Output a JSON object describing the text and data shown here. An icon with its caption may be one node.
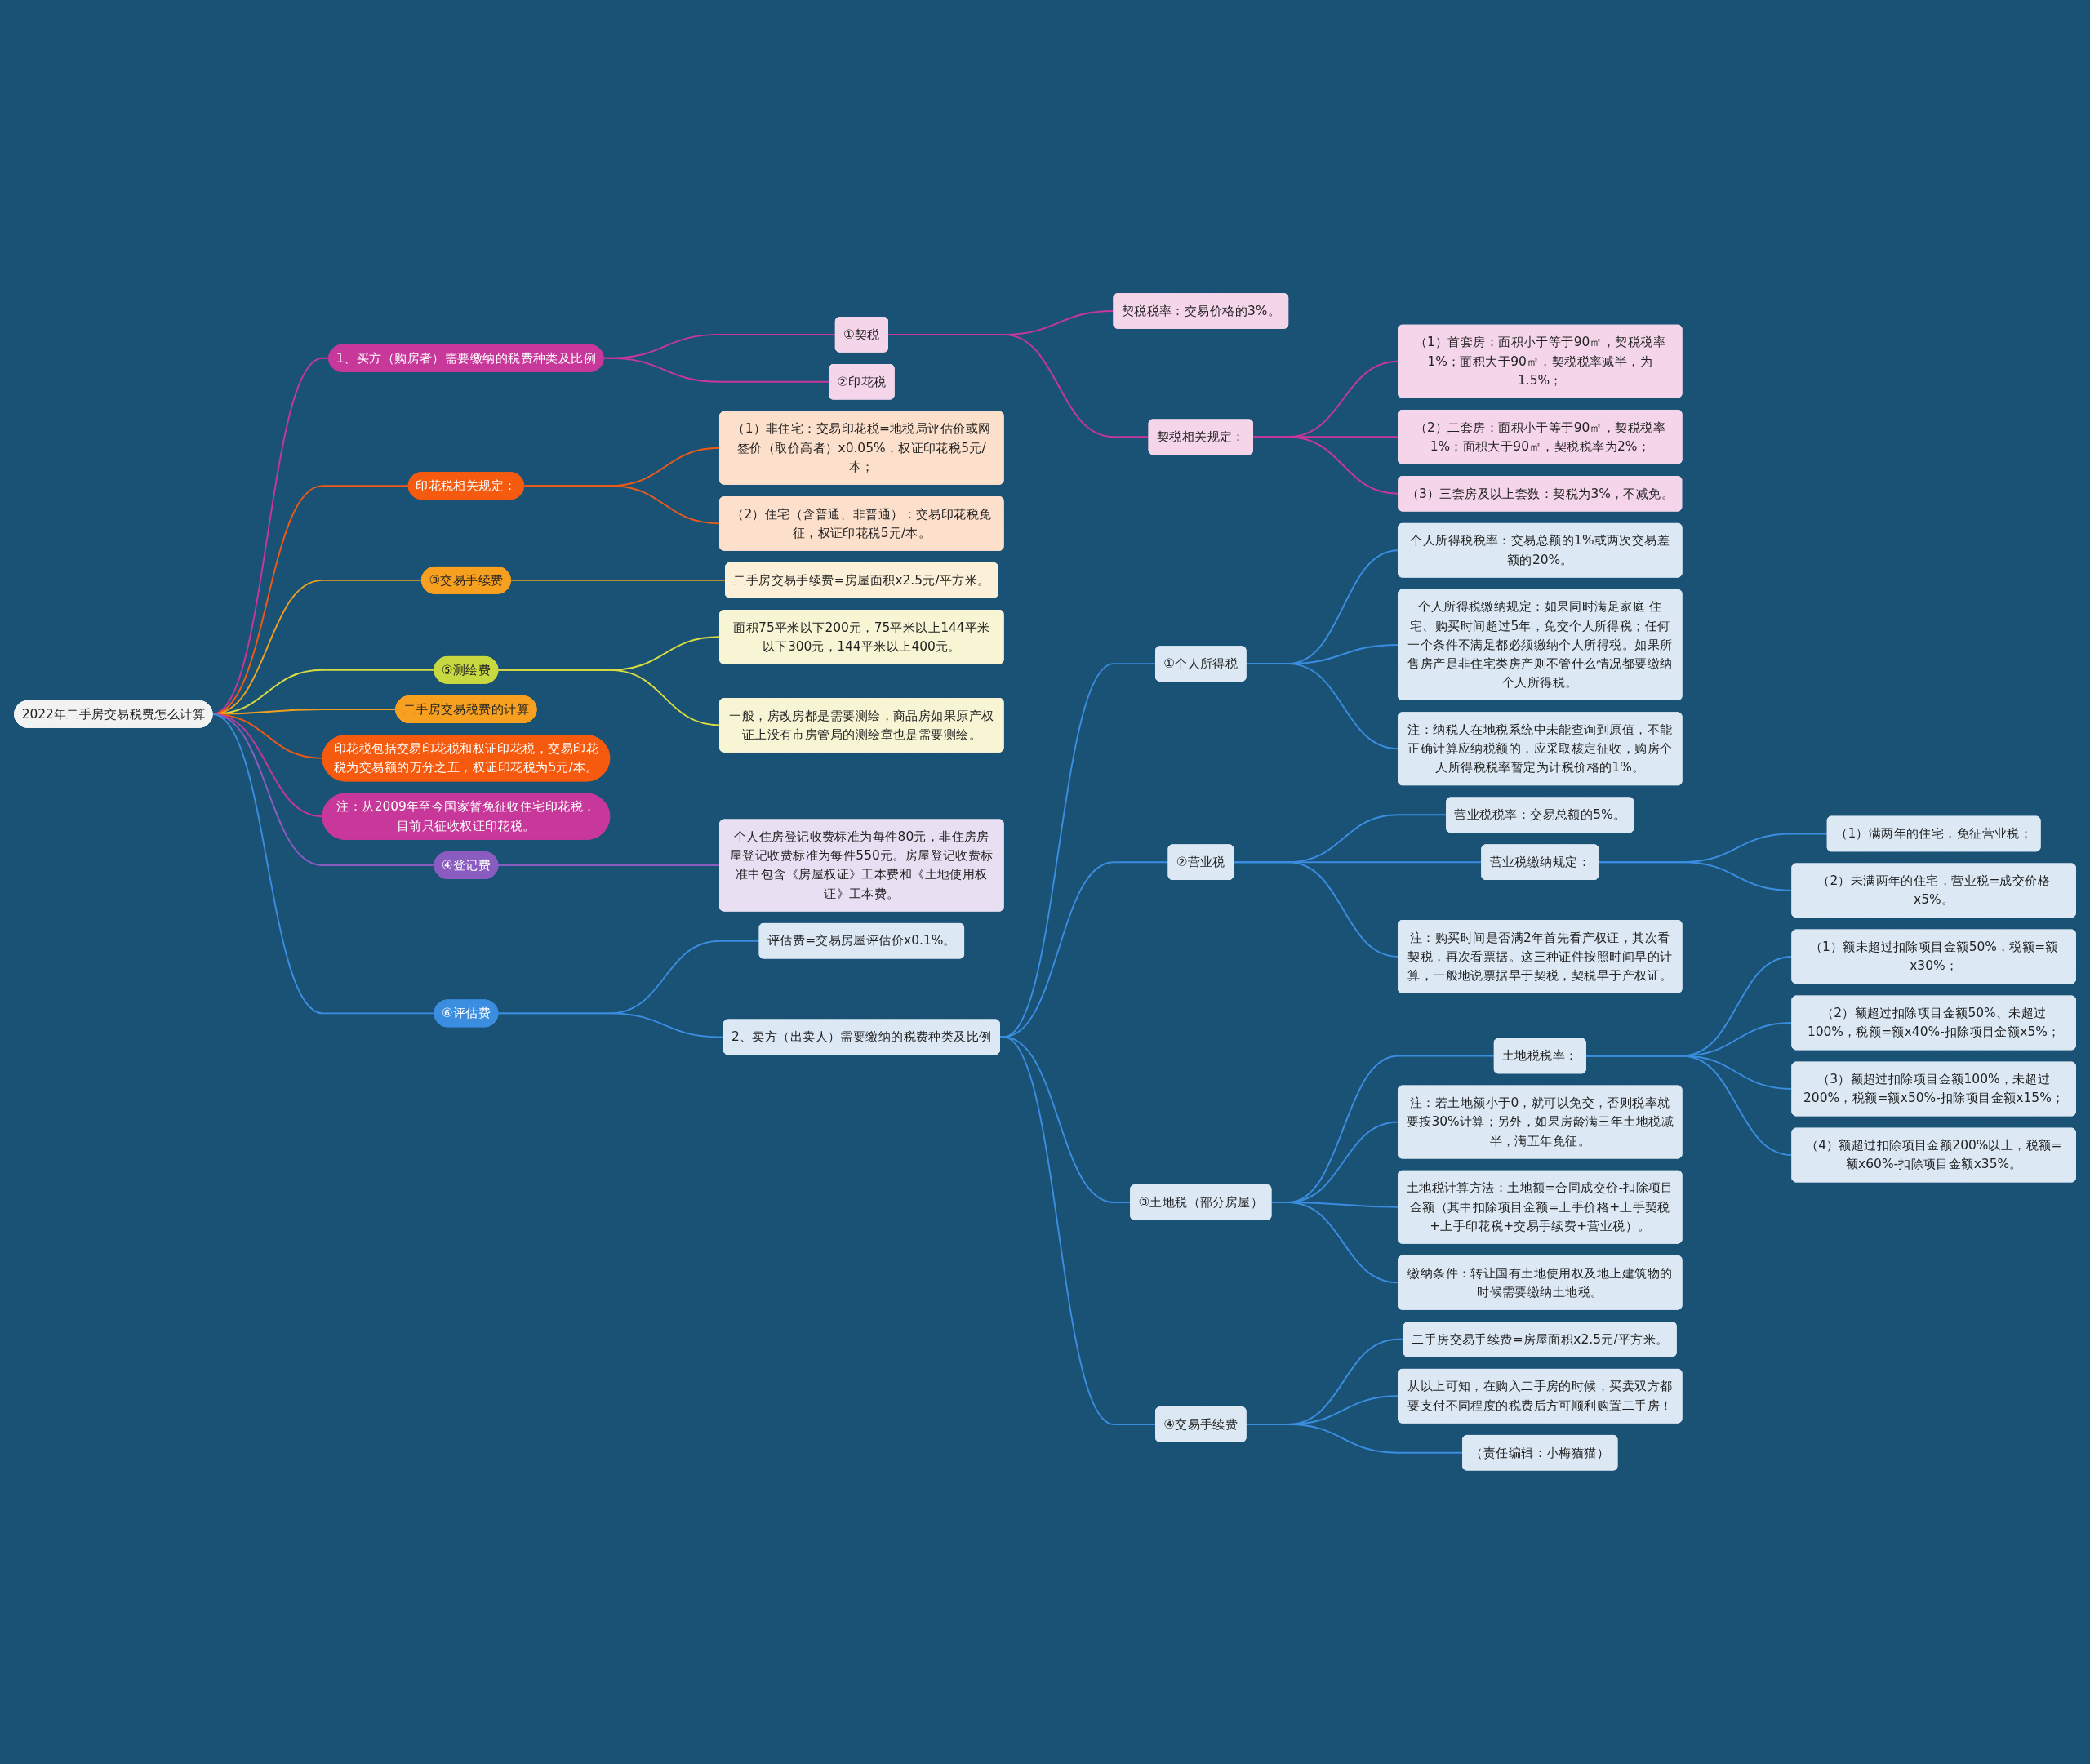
{
  "diagram": {
    "nodes": [
      {
        "text": [
          "2022年二手房交易税费怎么计算"
        ]
      },
      {
        "text": [
          "1、买方（购房者）需要缴纳的税费种类及比例"
        ]
      },
      {
        "text": [
          "①契税"
        ]
      },
      {
        "text": [
          "契税税率：交易价格的3%。"
        ]
      },
      {
        "text": [
          "契税相关规定："
        ]
      },
      {
        "text": [
          "（1）首套房：面积小于等于90㎡，契税税率1%；面积大于90㎡，契税税率减半，为1.5%；"
        ]
      },
      {
        "text": [
          "（2）二套房：面积小于等于90㎡，契税税率1%；面积大于90㎡，契税税率为2%；"
        ]
      },
      {
        "text": [
          "（3）三套房及以上套数：契税为3%，不减免。"
        ]
      },
      {
        "text": [
          "②印花税"
        ]
      },
      {
        "text": [
          "印花税相关规定："
        ]
      },
      {
        "text": [
          "（1）非住宅：交易印花税=地税局评估价或网签价（取价高者）x0.05%，权证印花税5元/本；"
        ]
      },
      {
        "text": [
          "（2）住宅（含普通、非普通）：交易印花税免征，权证印花税5元/本。"
        ]
      },
      {
        "text": [
          "③交易手续费"
        ]
      },
      {
        "text": [
          "二手房交易手续费=房屋面积x2.5元/平方米。"
        ]
      },
      {
        "text": [
          "⑤测绘费"
        ]
      },
      {
        "text": [
          "面积75平米以下200元，75平米以上144平米以下300元，144平米以上400元。"
        ]
      },
      {
        "text": [
          "一般，房改房都是需要测绘，商品房如果原产权证上没有市房管局的测绘章也是需要测绘。"
        ]
      },
      {
        "text": [
          "二手房交易税费的计算"
        ]
      },
      {
        "text": [
          "印花税包括交易印花税和权证印花税，交易印花税为交易额的万分之五，权证印花税为5元/本。"
        ]
      },
      {
        "text": [
          "注：从2009年至今国家暂免征收住宅印花税，目前只征收权证印花税。"
        ]
      },
      {
        "text": [
          "④登记费"
        ]
      },
      {
        "text": [
          "个人住房登记收费标准为每件80元，非住房房屋登记收费标准为每件550元。房屋登记收费标准中包含《房屋权证》工本费和《土地使用权证》工本费。"
        ]
      },
      {
        "text": [
          "⑥评估费"
        ]
      },
      {
        "text": [
          "评估费=交易房屋评估价x0.1%。"
        ]
      },
      {
        "text": [
          "2、卖方（出卖人）需要缴纳的税费种类及比例"
        ]
      },
      {
        "text": [
          "①个人所得税"
        ]
      },
      {
        "text": [
          "个人所得税税率：交易总额的1%或两次交易差额的20%。"
        ]
      },
      {
        "text": [
          "个人所得税缴纳规定：如果同时满足家庭 住宅、购买时间超过5年，免交个人所得税；任何一个条件不满足都必须缴纳个人所得税。如果所售房产是非住宅类房产则不管什么情况都要缴纳个人所得税。"
        ]
      },
      {
        "text": [
          "注：纳税人在地税系统中未能查询到原值，不能正确计算应纳税额的，应采取核定征收，购房个人所得税税率暂定为计税价格的1%。"
        ]
      },
      {
        "text": [
          "②营业税"
        ]
      },
      {
        "text": [
          "营业税税率：交易总额的5%。"
        ]
      },
      {
        "text": [
          "营业税缴纳规定："
        ]
      },
      {
        "text": [
          "（1）满两年的住宅，免征营业税；"
        ]
      },
      {
        "text": [
          "（2）未满两年的住宅，营业税=成交价格x5%。"
        ]
      },
      {
        "text": [
          "注：购买时间是否满2年首先看产权证，其次看契税，再次看票据。这三种证件按照时间早的计算，一般地说票据早于契税，契税早于产权证。"
        ]
      },
      {
        "text": [
          "③土地税（部分房屋）"
        ]
      },
      {
        "text": [
          "土地税税率："
        ]
      },
      {
        "text": [
          "（1）额未超过扣除项目金额50%，税额=额x30%；"
        ]
      },
      {
        "text": [
          "（2）额超过扣除项目金额50%、未超过100%，税额=额x40%-扣除项目金额x5%；"
        ]
      },
      {
        "text": [
          "（3）额超过扣除项目金额100%，未超过200%，税额=额x50%-扣除项目金额x15%；"
        ]
      },
      {
        "text": [
          "（4）额超过扣除项目金额200%以上，税额=额x60%-扣除项目金额x35%。"
        ]
      },
      {
        "text": [
          "注：若土地额小于0，就可以免交，否则税率就要按30%计算；另外，如果房龄满三年土地税减半，满五年免征。"
        ]
      },
      {
        "text": [
          "土地税计算方法：土地额=合同成交价-扣除项目金额（其中扣除项目金额=上手价格+上手契税+上手印花税+交易手续费+营业税）。"
        ]
      },
      {
        "text": [
          "缴纳条件：转让国有土地使用权及地上建筑物的时候需要缴纳土地税。"
        ]
      },
      {
        "text": [
          "④交易手续费"
        ]
      },
      {
        "text": [
          "二手房交易手续费=房屋面积x2.5元/平方米。"
        ]
      },
      {
        "text": [
          "从以上可知，在购入二手房的时候，买卖双方都要支付不同程度的税费后方可顺利购置二手房！"
        ]
      },
      {
        "text": [
          "（责任编辑：小梅猫猫）"
        ]
      }
    ],
    "edges": [
      {
        "from": 0,
        "to": 1,
        "arrow": "none",
        "color": "#c8379a"
      },
      {
        "from": 1,
        "to": 2,
        "arrow": "none",
        "color": "#c8379a"
      },
      {
        "from": 1,
        "to": 8,
        "arrow": "none",
        "color": "#c8379a"
      },
      {
        "from": 2,
        "to": 3,
        "arrow": "none",
        "color": "#c8379a"
      },
      {
        "from": 2,
        "to": 4,
        "arrow": "none",
        "color": "#c8379a"
      },
      {
        "from": 4,
        "to": 5,
        "arrow": "none",
        "color": "#c8379a"
      },
      {
        "from": 4,
        "to": 6,
        "arrow": "none",
        "color": "#c8379a"
      },
      {
        "from": 4,
        "to": 7,
        "arrow": "none",
        "color": "#c8379a"
      },
      {
        "from": 0,
        "to": 9,
        "arrow": "none",
        "color": "#f05a14"
      },
      {
        "from": 9,
        "to": 10,
        "arrow": "none",
        "color": "#f05a14"
      },
      {
        "from": 9,
        "to": 11,
        "arrow": "none",
        "color": "#f05a14"
      },
      {
        "from": 0,
        "to": 12,
        "arrow": "none",
        "color": "#f0a020"
      },
      {
        "from": 12,
        "to": 13,
        "arrow": "none",
        "color": "#f0a020"
      },
      {
        "from": 0,
        "to": 14,
        "arrow": "none",
        "color": "#d8dc40"
      },
      {
        "from": 14,
        "to": 15,
        "arrow": "none",
        "color": "#d8dc40"
      },
      {
        "from": 14,
        "to": 16,
        "arrow": "none",
        "color": "#d8dc40"
      },
      {
        "from": 0,
        "to": 17,
        "arrow": "none",
        "color": "#f0a020"
      },
      {
        "from": 0,
        "to": 18,
        "arrow": "none",
        "color": "#f05a14"
      },
      {
        "from": 0,
        "to": 19,
        "arrow": "none",
        "color": "#c8379a"
      },
      {
        "from": 0,
        "to": 20,
        "arrow": "none",
        "color": "#8a5cc0"
      },
      {
        "from": 20,
        "to": 21,
        "arrow": "none",
        "color": "#8a5cc0"
      },
      {
        "from": 0,
        "to": 22,
        "arrow": "none"
      },
      {
        "from": 22,
        "to": 23,
        "arrow": "none"
      },
      {
        "from": 22,
        "to": 24,
        "arrow": "none"
      },
      {
        "from": 24,
        "to": 25,
        "arrow": "none"
      },
      {
        "from": 25,
        "to": 26,
        "arrow": "none"
      },
      {
        "from": 25,
        "to": 27,
        "arrow": "none"
      },
      {
        "from": 25,
        "to": 28,
        "arrow": "none"
      },
      {
        "from": 24,
        "to": 29,
        "arrow": "none"
      },
      {
        "from": 29,
        "to": 30,
        "arrow": "none"
      },
      {
        "from": 29,
        "to": 31,
        "arrow": "none"
      },
      {
        "from": 31,
        "to": 32,
        "arrow": "none"
      },
      {
        "from": 31,
        "to": 33,
        "arrow": "none"
      },
      {
        "from": 29,
        "to": 34,
        "arrow": "none"
      },
      {
        "from": 24,
        "to": 35,
        "arrow": "none"
      },
      {
        "from": 35,
        "to": 36,
        "arrow": "none"
      },
      {
        "from": 36,
        "to": 37,
        "arrow": "none"
      },
      {
        "from": 36,
        "to": 38,
        "arrow": "none"
      },
      {
        "from": 36,
        "to": 39,
        "arrow": "none"
      },
      {
        "from": 36,
        "to": 40,
        "arrow": "none"
      },
      {
        "from": 35,
        "to": 41,
        "arrow": "none"
      },
      {
        "from": 35,
        "to": 42,
        "arrow": "none"
      },
      {
        "from": 35,
        "to": 43,
        "arrow": "none"
      },
      {
        "from": 24,
        "to": 44,
        "arrow": "none"
      },
      {
        "from": 44,
        "to": 45,
        "arrow": "none"
      },
      {
        "from": 44,
        "to": 46,
        "arrow": "none"
      },
      {
        "from": 44,
        "to": 47,
        "arrow": "none"
      }
    ]
  }
}
